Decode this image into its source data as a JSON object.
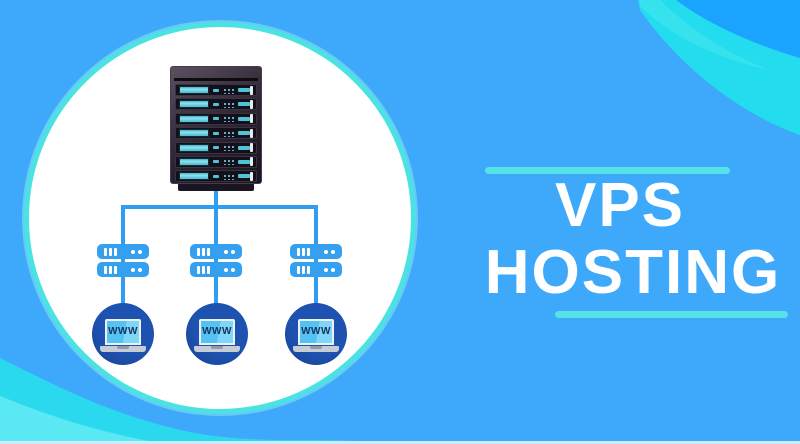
{
  "page": {
    "background_color": "#3EA8FA",
    "corner_blue": "#1BA4FF",
    "swoosh_cyan": "#23DCEE",
    "circle_border_cyan": "#4BE2E4",
    "bottom_strip_color": "#CDEAF9"
  },
  "hero": {
    "title_line1": "VPS",
    "title_line2": "HOSTING",
    "text_color": "#FFFFFF",
    "accent_line_color": "#55E3E7"
  },
  "diagram": {
    "connector_color": "#2F9DF1",
    "rack": {
      "unit_count": 7,
      "body_dark": "#2B2431",
      "slot_teal": "#4FC4D8"
    },
    "vps_server_color": "#35A0F0",
    "client_circle_color": "#16418F",
    "clients": [
      {
        "screen_text": "WWW"
      },
      {
        "screen_text": "WWW"
      },
      {
        "screen_text": "WWW"
      }
    ]
  }
}
